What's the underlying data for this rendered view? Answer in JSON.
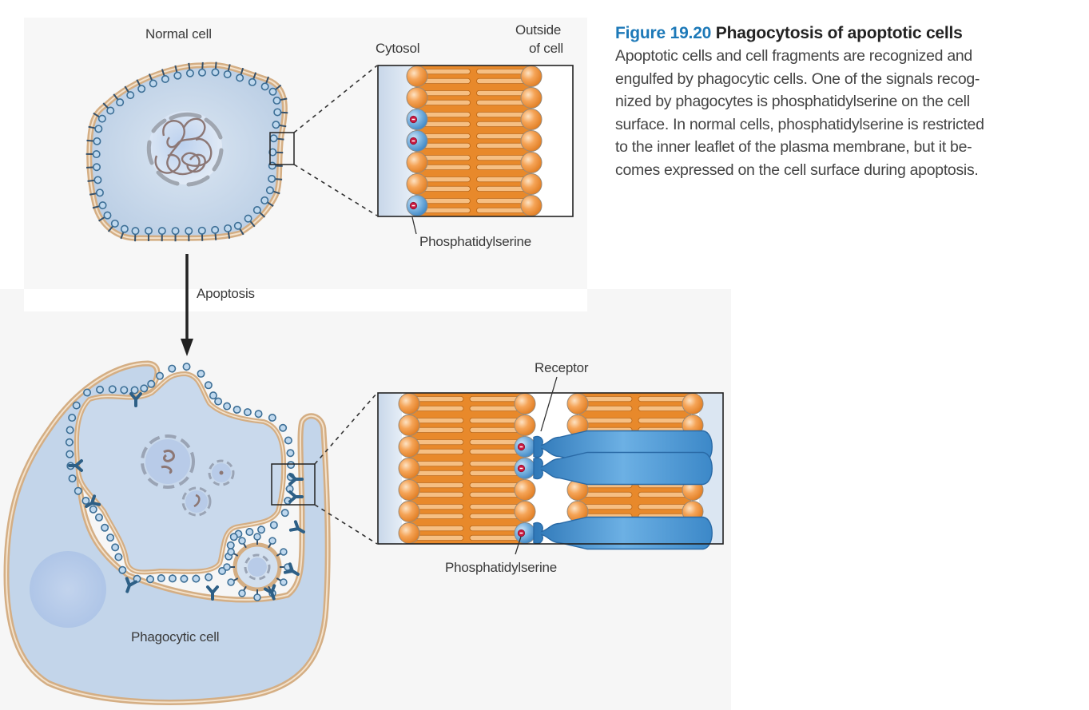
{
  "figure": {
    "number": "Figure 19.20",
    "title": "Phagocytosis of apoptotic cells",
    "caption_lines": [
      "Apoptotic cells and cell fragments are recognized and",
      "engulfed by phagocytic cells. One of the signals recog-",
      "nized by phagocytes is phosphatidylserine on the cell",
      "surface. In normal cells, phosphatidylserine is restricted",
      "to the inner leaflet of the plasma membrane, but it be-",
      "comes expressed on the cell surface during apoptosis."
    ]
  },
  "labels": {
    "normal_cell": "Normal cell",
    "cytosol": "Cytosol",
    "outside_line1": "Outside",
    "outside_line2": "of cell",
    "phosphatidylserine_top": "Phosphatidylserine",
    "apoptosis": "Apoptosis",
    "receptor": "Receptor",
    "phosphatidylserine_bottom": "Phosphatidylserine",
    "phagocytic_cell": "Phagocytic cell"
  },
  "colors": {
    "caption_accent": "#1d79b8",
    "lipid_orange": "#f0932f",
    "membrane_tan": "#d9b48a",
    "cytoplasm_blue": "#c9d8ea",
    "ps_blue": "#5a9fd6",
    "ps_charge_red": "#c8173f",
    "receptor_blue": "#4d95cf"
  },
  "diagram": {
    "top_inset": {
      "rows": 7,
      "ps_rows_inner_leaflet": [
        2,
        3,
        6
      ]
    },
    "bottom_inset": {
      "rows": 7,
      "ps_rows_outer_leaflet": [
        2,
        3,
        6
      ],
      "receptor_rows": [
        2,
        3,
        6
      ]
    }
  }
}
